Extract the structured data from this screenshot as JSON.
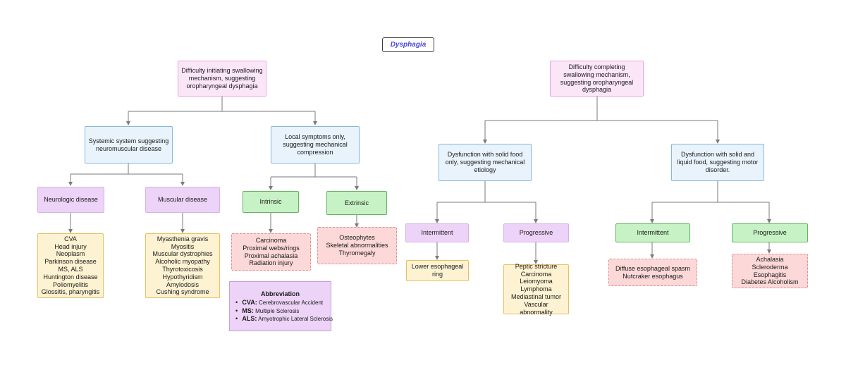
{
  "title": "Dysphagia",
  "oropharyngeal": "Difficulty initiating swallowing mechanism, suggesting oropharyngeal dysphagia",
  "esophageal": "Difficulty completing swallowing mechanism, suggesting oropharyngeal dysphagia",
  "systemic": "Systemic system suggesting neuromuscular disease",
  "local": "Local symptoms only, suggesting mechanical compression",
  "neurologic": "Neurologic disease",
  "muscular": "Muscular disease",
  "intrinsic": "Intrinsic",
  "extrinsic": "Extrinsic",
  "neurologic_list": [
    "CVA",
    "Head injury",
    "Neoplasm",
    "Parkinson disease",
    "MS, ALS",
    "Huntington disease",
    "Poliomyelitis",
    "Glossitis, pharyngitis"
  ],
  "muscular_list": [
    "Myasthenia gravis",
    "Myositis",
    "Muscular dystrophies",
    "Alcoholic myopathy",
    "Thyrotoxicosis",
    "Hypothyridism",
    "Amylodosis",
    "Cushing syndrome"
  ],
  "intrinsic_list": [
    "Carcinoma",
    "Proximal webs/rings",
    "Proximal achalasia",
    "Radiation injury"
  ],
  "extrinsic_list": [
    "Osteophytes",
    "Skeletal abnormalities",
    "Thyromegaly"
  ],
  "solid_only": "Dysfunction with solid food only, suggesting mechanical etiology",
  "solid_liquid": "Dysfunction with solid and liquid food, suggesting motor disorder.",
  "intermittent_left": "Intermittent",
  "progressive_left": "Progressive",
  "intermittent_right": "Intermittent",
  "progressive_right": "Progressive",
  "ring_list": [
    "Lower esophageal ring"
  ],
  "stricture_list": [
    "Peptic stricture",
    "Carcinoma",
    "Leiomyoma",
    "Lymphoma",
    "Mediastinal tumor",
    "Vascular abnormality"
  ],
  "spasm_list": [
    "Diffuse esophageal spasm",
    "Nutcraker  esophagus"
  ],
  "motor_list": [
    "Achalasia",
    "Scleroderma",
    "Esophagitis",
    "Diabetes Alcoholism"
  ],
  "abbreviation": {
    "title": "Abbreviation",
    "items": [
      {
        "term": "CVA:",
        "meaning": "Cerebrovascular Accident"
      },
      {
        "term": "MS:",
        "meaning": "Multiple Sclerosis"
      },
      {
        "term": "ALS:",
        "meaning": "Amyotrophic Lateral Sclerosis"
      }
    ]
  },
  "colors": {
    "title_text": "#4a4ad6",
    "pink": "#fbe6f8",
    "blue": "#e9f3fc",
    "purple": "#ecd3f7",
    "green": "#c7f2c5",
    "yellow": "#fdf2d2",
    "red": "#fcd8d8",
    "connector": "#7a7a7a"
  }
}
